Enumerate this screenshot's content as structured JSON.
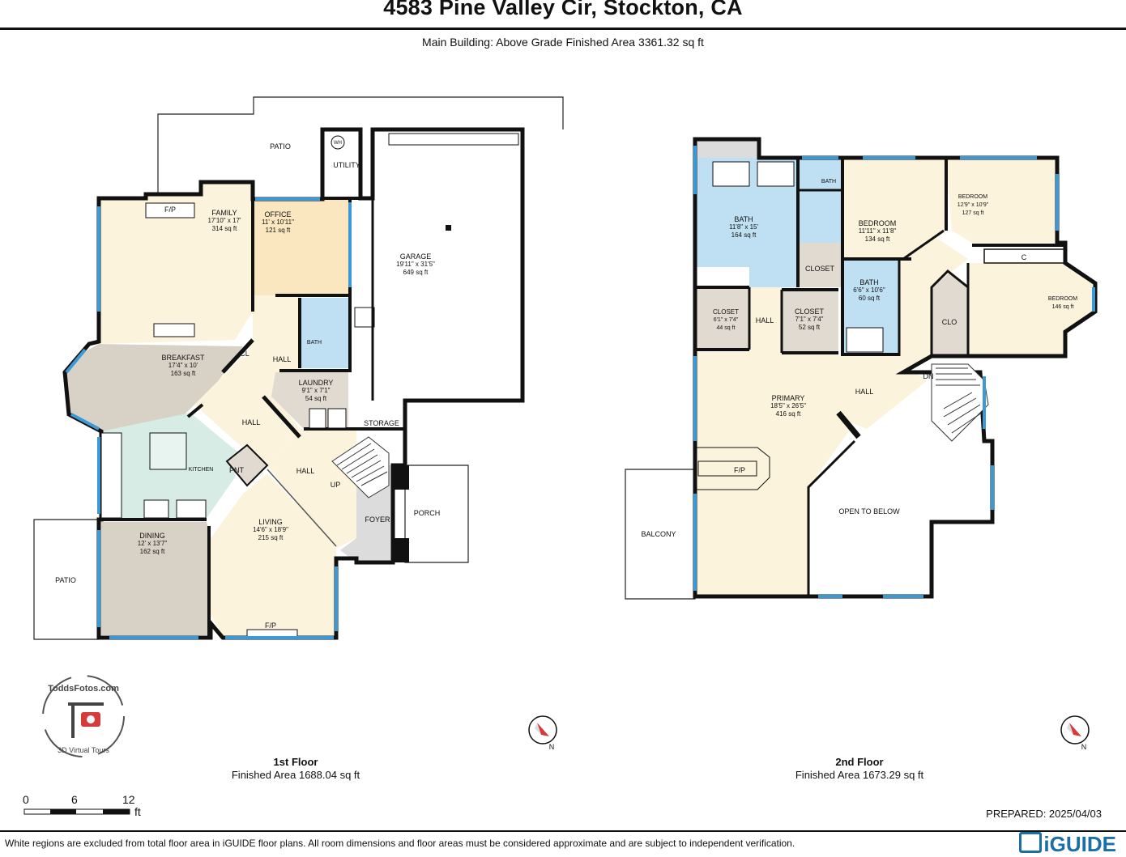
{
  "header": {
    "title": "4583 Pine Valley Cir, Stockton, CA",
    "subtitle": "Main Building: Above Grade Finished Area 3361.32 sq ft"
  },
  "colors": {
    "living": "#fbf3dc",
    "office": "#fae7c0",
    "bath": "#bfe0f3",
    "breakfast": "#d8d2c6",
    "kitchen": "#d6ece4",
    "utility": "#e1dad0",
    "grey": "#dcdcdc",
    "window": "#3b9ad6",
    "wall": "#111111",
    "brand": "#1a6fa8",
    "compass": "#d63a3a"
  },
  "floor1": {
    "rooms": [
      {
        "id": "family",
        "name": "FAMILY",
        "dims": "17'10\" x 17'",
        "area": "314 sq ft"
      },
      {
        "id": "office",
        "name": "OFFICE",
        "dims": "11' x 10'11\"",
        "area": "121 sq ft"
      },
      {
        "id": "garage",
        "name": "GARAGE",
        "dims": "19'11\" x 31'5\"",
        "area": "649 sq ft"
      },
      {
        "id": "breakfast",
        "name": "BREAKFAST",
        "dims": "17'4\" x 10'",
        "area": "163 sq ft"
      },
      {
        "id": "laundry",
        "name": "LAUNDRY",
        "dims": "9'1\" x 7'1\"",
        "area": "54 sq ft"
      },
      {
        "id": "dining",
        "name": "DINING",
        "dims": "12' x 13'7\"",
        "area": "162 sq ft"
      },
      {
        "id": "living",
        "name": "LIVING",
        "dims": "14'6\" x 18'9\"",
        "area": "215 sq ft"
      }
    ],
    "labels": {
      "patio_top": "PATIO",
      "utility": "UTILITY",
      "wh": "WH",
      "fp_family": "F/P",
      "cl": "CL",
      "hall_a": "HALL",
      "bath": "BATH",
      "hall_b": "HALL",
      "storage": "STORAGE",
      "kitchen": "KITCHEN",
      "pnt": "PNT",
      "hall_c": "HALL",
      "up": "UP",
      "foyer": "FOYER",
      "porch": "PORCH",
      "patio_left": "PATIO",
      "fp_living": "F/P"
    },
    "caption": {
      "name": "1st Floor",
      "area": "Finished Area 1688.04 sq ft"
    }
  },
  "floor2": {
    "rooms": [
      {
        "id": "bath_main",
        "name": "BATH",
        "dims": "11'8\" x 15'",
        "area": "164 sq ft"
      },
      {
        "id": "bedroom_a",
        "name": "BEDROOM",
        "dims": "11'11\" x 11'8\"",
        "area": "134 sq ft"
      },
      {
        "id": "bedroom_b",
        "name": "BEDROOM",
        "dims": "12'9\" x 10'9\"",
        "area": "127 sq ft"
      },
      {
        "id": "closet_a",
        "name": "CLOSET",
        "dims": "6'1\" x 7'4\"",
        "area": "44 sq ft"
      },
      {
        "id": "closet_b",
        "name": "CLOSET",
        "dims": "7'1\" x 7'4\"",
        "area": "52 sq ft"
      },
      {
        "id": "bath_small",
        "name": "BATH",
        "dims": "6'6\" x 10'6\"",
        "area": "60 sq ft"
      },
      {
        "id": "bedroom_c",
        "name": "BEDROOM",
        "dims": "",
        "area": "146 sq ft"
      },
      {
        "id": "primary",
        "name": "PRIMARY",
        "dims": "18'5\" x 26'5\"",
        "area": "416 sq ft"
      }
    ],
    "labels": {
      "bath_tiny": "BATH",
      "closet_c": "CLOSET",
      "c": "C",
      "clo": "CLO",
      "hall_a": "HALL",
      "hall_b": "HALL",
      "dn": "DN",
      "fp": "F/P",
      "balcony": "BALCONY",
      "open": "OPEN TO BELOW"
    },
    "caption": {
      "name": "2nd Floor",
      "area": "Finished Area 1673.29 sq ft"
    }
  },
  "compass": {
    "north": "N"
  },
  "scale": {
    "t0": "0",
    "t6": "6",
    "t12": "12",
    "unit": "ft"
  },
  "prepared": "PREPARED: 2025/04/03",
  "footer": {
    "disclaimer": "White regions are excluded from total floor area in iGUIDE floor plans. All room dimensions and floor areas must be considered approximate and are subject to independent verification.",
    "brand": "iGUIDE"
  },
  "logo": {
    "brand_text": "ToddsFotos.com",
    "tagline": "3D Virtual Tours"
  }
}
